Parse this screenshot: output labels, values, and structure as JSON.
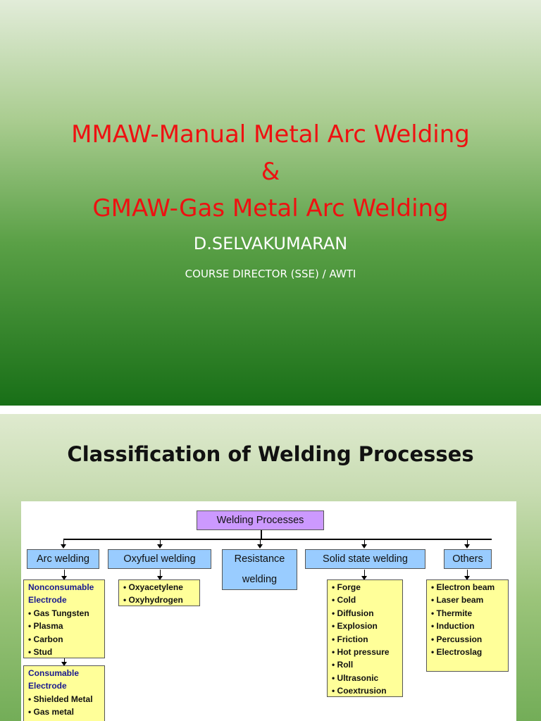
{
  "slide1": {
    "title_line1": "MMAW-Manual Metal Arc Welding",
    "title_line2": "&",
    "title_line3": "GMAW-Gas Metal Arc Welding",
    "author": "D.SELVAKUMARAN",
    "role": "COURSE DIRECTOR (SSE) / AWTI"
  },
  "slide2": {
    "title": "Classification of Welding Processes",
    "diagram": {
      "root": "Welding Processes",
      "categories": {
        "arc": "Arc welding",
        "oxyfuel": "Oxyfuel welding",
        "resistance_line1": "Resistance",
        "resistance_line2": "welding",
        "solid": "Solid state welding",
        "others": "Others"
      },
      "arc_nonconsumable": {
        "heading_line1": "Nonconsumable",
        "heading_line2": "Electrode",
        "items": [
          "• Gas Tungsten",
          "• Plasma",
          "• Carbon",
          "• Stud"
        ]
      },
      "arc_consumable": {
        "heading_line1": "Consumable",
        "heading_line2": "Electrode",
        "items": [
          "• Shielded Metal",
          "• Gas metal"
        ]
      },
      "oxyfuel_items": [
        "• Oxyacetylene",
        "• Oxyhydrogen"
      ],
      "solid_items": [
        "• Forge",
        "• Cold",
        "• Diffusion",
        "• Explosion",
        "• Friction",
        "• Hot pressure",
        "• Roll",
        "• Ultrasonic",
        "• Coextrusion"
      ],
      "others_items": [
        "• Electron beam",
        "• Laser beam",
        "• Thermite",
        "• Induction",
        "• Percussion",
        "• Electroslag"
      ]
    }
  },
  "colors": {
    "title_red": "#ee1111",
    "root_box": "#cc99ff",
    "category_box": "#99ccff",
    "list_box": "#ffff99",
    "heading_blue": "#1a1a8e"
  }
}
